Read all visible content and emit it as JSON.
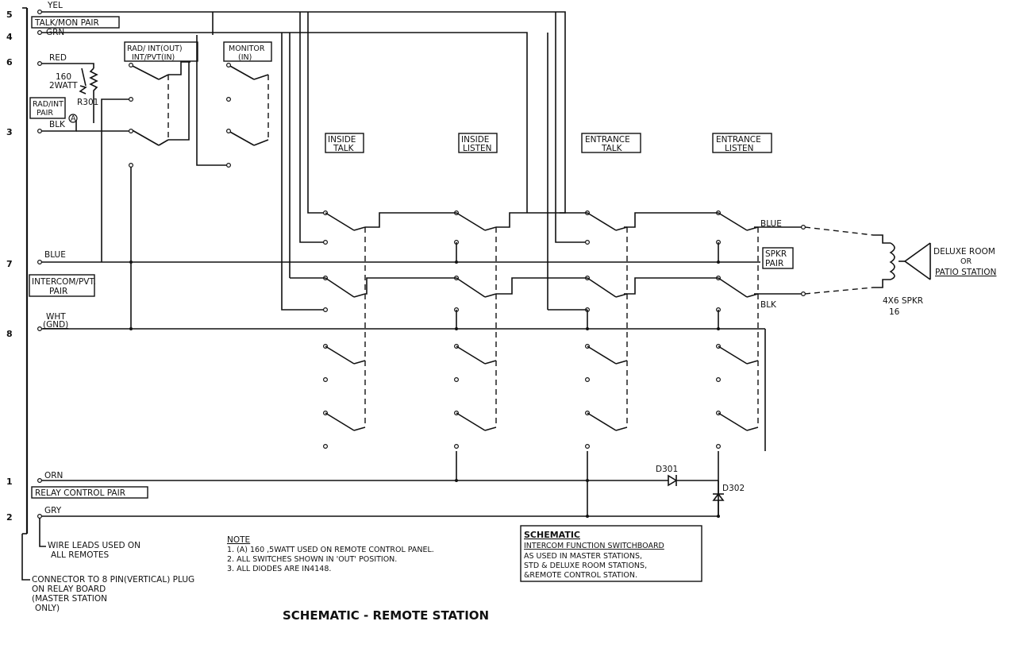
{
  "title": "SCHEMATIC - REMOTE STATION",
  "pins": {
    "p5a": "5",
    "p4": "4",
    "p6": "6",
    "p3": "3",
    "p7": "7",
    "p8": "8",
    "p1": "1",
    "p2": "2"
  },
  "wires": {
    "yel": "YEL",
    "grn": "GRN",
    "red": "RED",
    "blk": "BLK",
    "blue": "BLUE",
    "wht": "WHT",
    "gnd": "(GND)",
    "orn": "ORN",
    "gry": "GRY",
    "blue_r": "BLUE",
    "blk_r": "BLK"
  },
  "pair_labels": {
    "talk_mon": "TALK/MON PAIR",
    "rad_int_1": "RAD/INT",
    "rad_int_2": "PAIR",
    "intercom_1": "INTERCOM/PVT.",
    "intercom_2": "PAIR",
    "relay": "RELAY CONTROL PAIR",
    "spkr_1": "SPKR",
    "spkr_2": "PAIR"
  },
  "resistor": {
    "value": "160",
    "watt": "2WATT",
    "ref": "R301",
    "marker": "A"
  },
  "switches": {
    "rad_int_1": "RAD/ INT(OUT)",
    "rad_int_2": "INT/PVT(IN)",
    "monitor_1": "MONITOR",
    "monitor_2": "(IN)",
    "inside_talk_1": "INSIDE",
    "inside_talk_2": "TALK",
    "inside_listen_1": "INSIDE",
    "inside_listen_2": "LISTEN",
    "entrance_talk_1": "ENTRANCE",
    "entrance_talk_2": "TALK",
    "entrance_listen_1": "ENTRANCE",
    "entrance_listen_2": "LISTEN"
  },
  "speaker": {
    "station_1": "DELUXE ROOM",
    "station_2": "OR",
    "station_3": "PATIO STATION",
    "size": "4X6 SPKR",
    "imp": "16"
  },
  "diodes": {
    "d1": "D301",
    "d2": "D302"
  },
  "notes": {
    "leads_1": "WIRE LEADS USED ON",
    "leads_2": "ALL REMOTES",
    "conn_1": "CONNECTOR TO 8 PIN(VERTICAL) PLUG",
    "conn_2": "ON RELAY BOARD",
    "conn_3": "(MASTER STATION",
    "conn_4": "ONLY)",
    "note_head": "NOTE",
    "note_1": "1. (A) 160 ,5WATT USED ON REMOTE CONTROL PANEL.",
    "note_2": "2. ALL SWITCHES SHOWN IN 'OUT' POSITION.",
    "note_3": "3. ALL DIODES ARE IN4148."
  },
  "schematic_box": {
    "head": "SCHEMATIC",
    "sub": "INTERCOM FUNCTION SWITCHBOARD",
    "l1": "AS USED IN MASTER STATIONS,",
    "l2": "STD & DELUXE ROOM STATIONS,",
    "l3": "&REMOTE CONTROL STATION."
  }
}
